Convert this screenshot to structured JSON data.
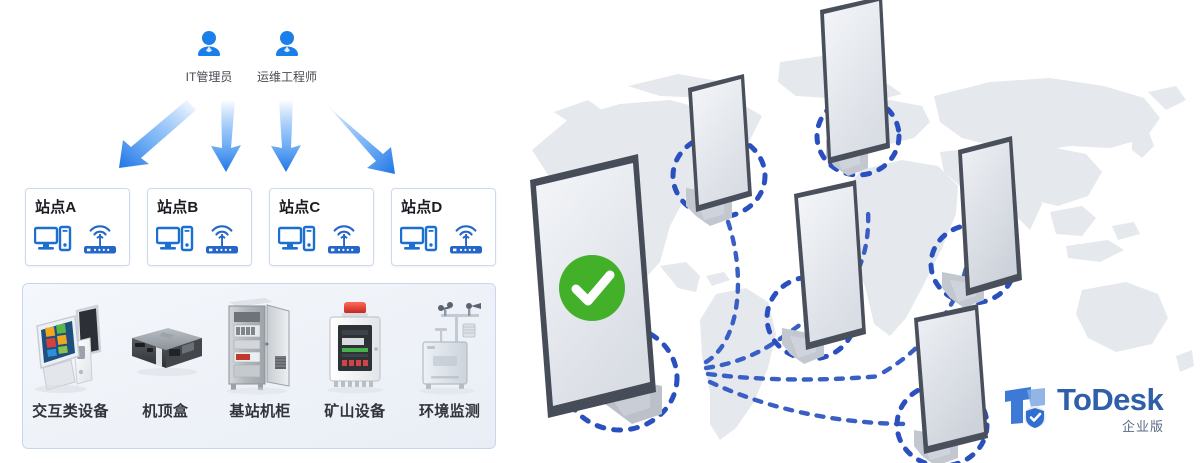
{
  "left": {
    "roles": [
      {
        "label": "IT管理员",
        "icon": "person-icon"
      },
      {
        "label": "运维工程师",
        "icon": "person-icon"
      }
    ],
    "arrow_count": 4,
    "arrow_color": "#2f86f0",
    "stations": [
      {
        "title": "站点A",
        "icons": [
          "desktop-computer-icon",
          "wifi-router-icon"
        ]
      },
      {
        "title": "站点B",
        "icons": [
          "desktop-computer-icon",
          "wifi-router-icon"
        ]
      },
      {
        "title": "站点C",
        "icons": [
          "desktop-computer-icon",
          "wifi-router-icon"
        ]
      },
      {
        "title": "站点D",
        "icons": [
          "desktop-computer-icon",
          "wifi-router-icon"
        ]
      }
    ],
    "devices": [
      {
        "label": "交互类设备",
        "art": "pos-terminal-photo"
      },
      {
        "label": "机顶盒",
        "art": "set-top-box-photo"
      },
      {
        "label": "基站机柜",
        "art": "base-station-cabinet-photo"
      },
      {
        "label": "矿山设备",
        "art": "mining-alarm-box-photo"
      },
      {
        "label": "环境监测",
        "art": "environment-monitor-photo"
      }
    ]
  },
  "right": {
    "map_name": "world-map-silhouette",
    "map_color": "#e6e9ee",
    "monitor_count": 6,
    "primary_monitor": {
      "status_icon": "green-check-icon",
      "status_color": "#43b02a"
    },
    "connection_style": "dashed",
    "connection_color": "#3a5fc4",
    "highlight_ring_color": "#2a4fbf"
  },
  "logo": {
    "brand": "ToDesk",
    "edition": "企业版",
    "mark": "todesk-shield-logo",
    "brand_color": "#2f5fa8",
    "mark_color": "#3c7ad6"
  }
}
